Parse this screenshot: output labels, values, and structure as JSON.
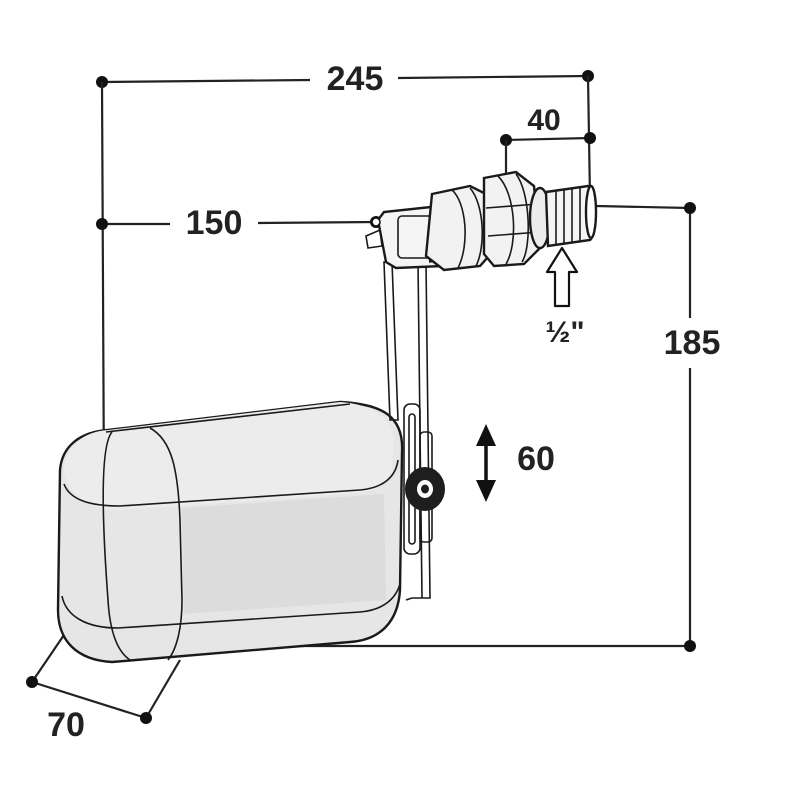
{
  "dimensions": {
    "overall_width": "245",
    "arm_length": "150",
    "fitting_length": "40",
    "overall_height": "185",
    "adjust_range": "60",
    "float_depth": "70",
    "thread_size": "½\""
  },
  "colors": {
    "line": "#222222",
    "float_fill": "#e6e6e6",
    "float_shade": "#d2d2d2",
    "valve_fill": "#f2f2f2",
    "knob": "#1e1e1e"
  }
}
